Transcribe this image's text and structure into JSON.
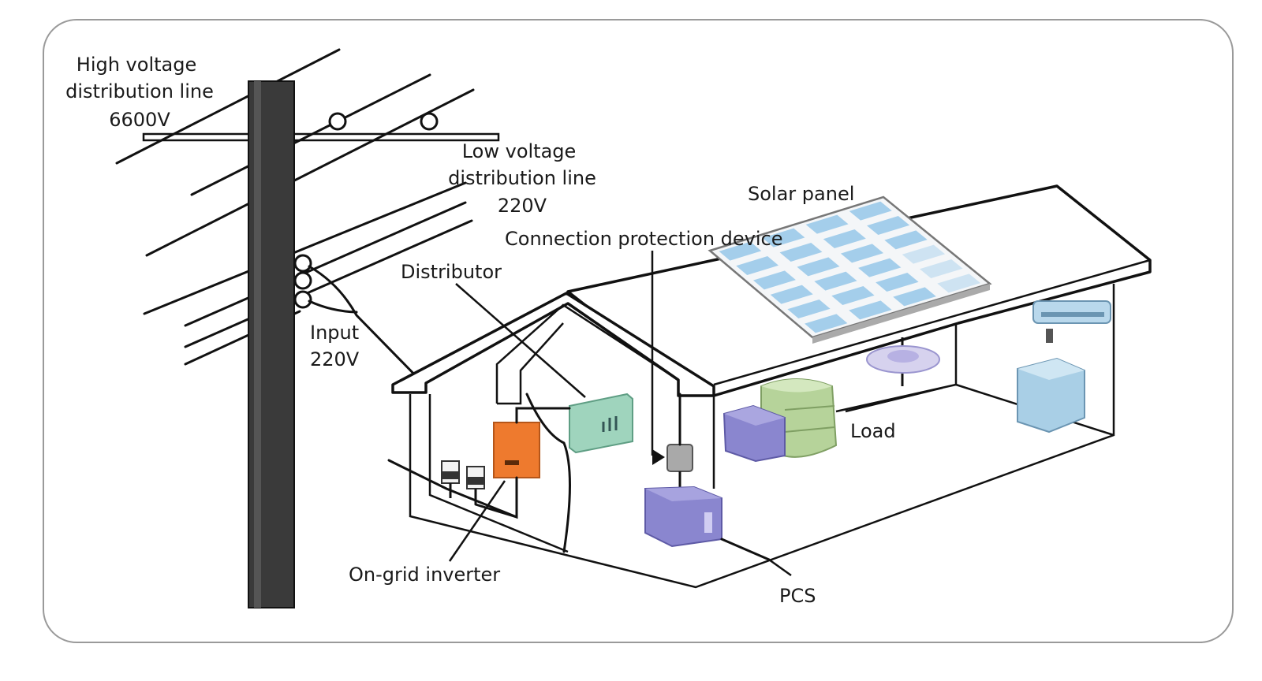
{
  "labels": {
    "hv_line_1": "High voltage",
    "hv_line_2": "distribution line",
    "hv_line_3": "6600V",
    "lv_line_1": "Low voltage",
    "lv_line_2": "distribution line",
    "lv_line_3": "220V",
    "solar_panel": "Solar panel",
    "connection_protection": "Connection protection device",
    "distributor": "Distributor",
    "input_1": "Input",
    "input_2": "220V",
    "load": "Load",
    "on_grid_inverter": "On-grid inverter",
    "pcs": "PCS"
  },
  "colors": {
    "frame": "#9a9a9a",
    "pole": "#3a3a3a",
    "inverter": "#ee7a2e",
    "distributor": "#9fd4bd",
    "pcs": "#8a86cf",
    "load_green": "#b6d39a",
    "load_purple": "#8a86cf",
    "load_blue": "#a9cfe6",
    "solar_cell": "#9fcbea"
  }
}
